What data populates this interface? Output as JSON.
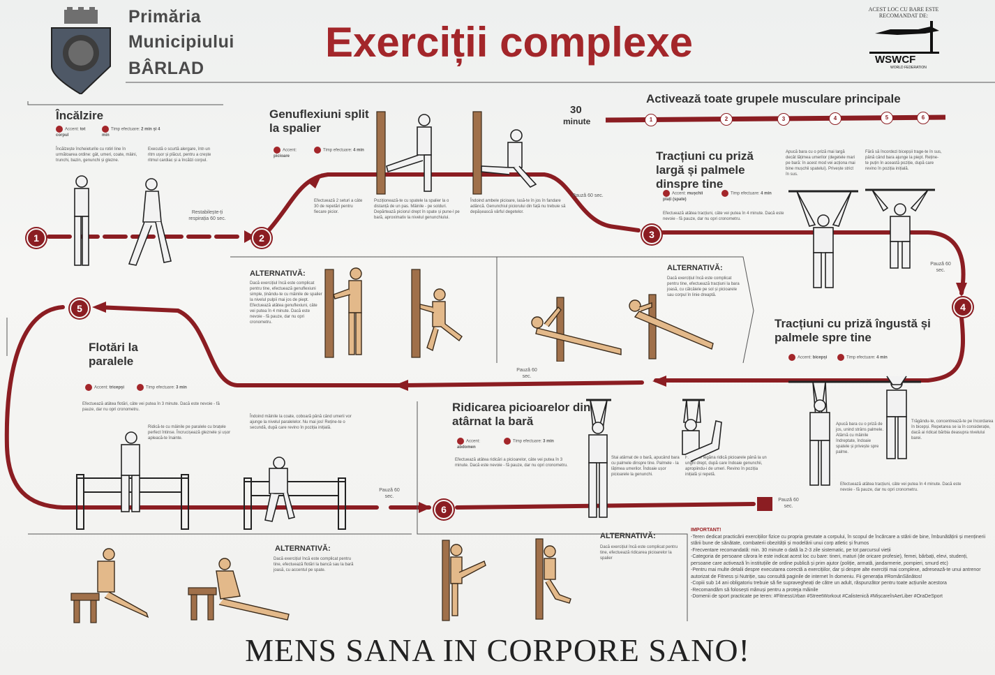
{
  "header": {
    "city_line1": "Primăria",
    "city_line2": "Municipiului",
    "city_line3": "BÂRLAD",
    "title": "Exerciții complexe",
    "recommended": "ACEST LOC CU BARE ESTE RECOMANDAT DE:",
    "logo_text": "WSWCF",
    "logo_sub": "WORLD FEDERATION"
  },
  "summary": {
    "minutes": "30",
    "minutes_label": "minute",
    "headline": "Activează toate grupele musculare principale",
    "steps": [
      "1",
      "2",
      "3",
      "4",
      "5",
      "6"
    ]
  },
  "sections": {
    "warmup": {
      "title": "Încălzire",
      "accent_label": "Accent:",
      "accent_value": "tot corpul",
      "time_label": "Timp efectuare:",
      "time_value": "2 min și 4 min",
      "text1": "Încălzește încheieturile cu rotiri line în următoarea ordine: gât, umeri, coate, mâini, trunchi, bazin, genunchi și gleznе.",
      "text2": "Execută o scurtă alergare, într-un ritm ușor și plăcut, pentru a crește ritmul cardiac și a încălzi corpul.",
      "rest": "Restabilește-ți respirația 60 sec."
    },
    "lunge": {
      "title": "Genuflexiuni split la spalier",
      "accent_label": "Accent:",
      "accent_value": "picioare",
      "time_label": "Timp efectuare:",
      "time_value": "4 min",
      "text1": "Efectuează 2 seturi a câte 30 de repetări pentru fiecare picior.",
      "text2": "Poziționează-te cu spatele la spalier la o distanță de un pas. Mâinile - pe solduri. Depărtează piciorul drept în spate și pune-l pe bară, aproximativ la nivelul genunchiului.",
      "text3": "Îndoind ambele picioare, lasă-te în jos în fandare adâncă. Genunchiul piciorului din față nu trebuie să depășească vârful degetelor.",
      "pause": "Pauză 60 sec."
    },
    "wide_pullups": {
      "title": "Tracțiuni cu priză largă și palmele dinspre tine",
      "accent_label": "Accent:",
      "accent_value": "mușchii plați (spate)",
      "time_label": "Timp efectuare:",
      "time_value": "4 min",
      "text1": "Apucă bara cu o priză mai largă decât lățimea umerilor (degetele mari pe bară: în acest mod vei acționa mai bine mușchii spatelui). Privește strict în sus.",
      "text2": "Fără să încordezi bicepșii trage-te în sus, până când bara ajunge la piept. Reține-te puțin în această poziție, după care revino în poziția inițială.",
      "text3": "Efectuează atâtea tracțiuni, câte vei putea în 4 minute. Dacă este nevoie - fă pauze, dar nu opri cronometru.",
      "pause": "Pauză 60 sec."
    },
    "narrow_pullups": {
      "title": "Tracțiuni cu priză îngustă și palmele spre tine",
      "accent_label": "Accent:",
      "accent_value": "bicepși",
      "time_label": "Timp efectuare:",
      "time_value": "4 min",
      "text1": "Apucă bara cu o priză de jos, unind strâns palmele. Atârnă cu mâinile îndreptate, îndoaie spatele și privește spre palme.",
      "text2": "Trăgându-te, concentrează-te pe încordarea în bicepși. Repetarea se ia în considerație, dacă ai ridicat bărbia deasupra nivelului barei.",
      "text3": "Efectuează atâtea tracțiuni, câte vei putea în 4 minute. Dacă este nevoie - fă pauze, dar nu opri cronometru.",
      "pause": "Pauză 60 sec."
    },
    "dips": {
      "title": "Flotări la paralele",
      "accent_label": "Accent:",
      "accent_value": "tricepși",
      "time_label": "Timp efectuare:",
      "time_value": "3 min",
      "text1": "Efectuează atâtea flotări, câte vei putea în 3 minute. Dacă este nevoie - fă pauze, dar nu opri cronometru.",
      "text2": "Ridică-te cu mâinile pe paralele cu brațele perfect întinse. Încrucișează gleznele și ușor apleacă-te înainte.",
      "text3": "Îndoind mâinile la coate, coboară până când umerii vor ajunge la nivelul paralelelor. Nu mai jos! Reține-te o secundă, după care revino în poziția inițială.",
      "pause": "Pauză 60 sec."
    },
    "leg_raise": {
      "title": "Ridicarea picioarelor din atârnat la bară",
      "accent_label": "Accent:",
      "accent_value": "abdomen",
      "time_label": "Timp efectuare:",
      "time_value": "3 min",
      "text1": "Efectuează atâtea ridicări a picioarelor, câte vei putea în 3 minute. Dacă este nevoie - fă pauze, dar nu opri cronometru.",
      "text2": "Stai atârnat de o bară, apucând bara cu palmele dinspre tine. Palmele - la lățimea umerilor. Îndoaie ușor picioarele la genunchi.",
      "text3": "Fără a te legăna ridică picioarele până la un unghi drept, după care îndoaie genunchii, apropiindu-i de umeri. Revino în poziția inițială și repetă.",
      "pause": "Pauză 60 sec."
    }
  },
  "alternatives": {
    "label": "ALTERNATIVĂ:",
    "lunge_alt": "Dacă exercițiul încă este complicat pentru tine, efectuează genuflexiuni simple, ținându-te cu mâinile de spalier la nivelul pulpii mai jos de piept. Efectuează atâtea genuflexiuni, câte vei putea în 4 minute. Dacă este nevoie - fă pauze, dar nu opri cronometru.",
    "pullup_alt": "Dacă exercițiul încă este complicat pentru tine, efectuează tracțiuni la bara joasă, cu călcâiele pe sol și picioarele sau corpul în linie dreaptă.",
    "dips_alt": "Dacă exercițiul încă este complicat pentru tine, efectuează flotări la bancă sau la bară joasă, cu accentul pe spate.",
    "raise_alt": "Dacă exercițiul încă este complicat pentru tine, efectuează ridicarea picioarelor la spalier"
  },
  "important": {
    "title": "IMPORTANT!",
    "lines": [
      "-Teren dedicat practicării exercițiilor fizice cu propria greutate a corpului, în scopul de încărcare a stării de bine, îmbunătățirii și menținerii stării bune de sănătate, combaterii obezității și modelării unui corp atletic și frumos",
      "-Frecventare recomandată: min. 30 minute o dată la 2-3 zile sistematic, pe tot parcursul vieții",
      "-Categoria de persoane cărora le este indicat acest loc cu bare: tineri, maturi (de oricare profesie), femei, bărbați, elevi, studenți, persoane care activează în instituțiile de ordine publică și prim ajutor (poliție, armată, jandarmerie, pompieri, smurd etc)",
      "-Pentru mai multe detalii despre executarea corectă a exercițiilor, dar și despre alte exerciții mai complexe, adresează-te unui antrenor autorizat de Fitness și Nutriție, sau consultă paginile de internet în domeniu. Fii generația #RomânSănătos!",
      "-Copiii sub 14 ani obligatoriu trebuie să fie supravegheați de către un adult, răspunzător pentru toate acțiunile acestora",
      "-Recomandăm să folosești mânuși pentru a proteja mâinile",
      "-Domenii de sport practicate pe teren: #FitnessUrban #StreetWorkout #Calistenică #MișcareînAerLiber #OraDeSport"
    ]
  },
  "motto": "MENS SANA IN CORPORE SANO!",
  "colors": {
    "brand_red": "#a3262a",
    "track_red": "#8b1d22",
    "figure_skin": "#e3b98a"
  }
}
